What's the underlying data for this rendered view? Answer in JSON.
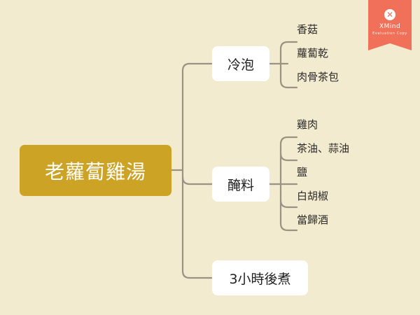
{
  "map": {
    "root": {
      "label": "老蘿蔔雞湯"
    },
    "branches": [
      {
        "label": "冷泡",
        "children": [
          "香菇",
          "蘿蔔乾",
          "肉骨茶包"
        ]
      },
      {
        "label": "醃料",
        "children": [
          "雞肉",
          "茶油、蒜油",
          "鹽",
          "白胡椒",
          "當歸酒"
        ]
      },
      {
        "label": "3小時後煮",
        "children": []
      }
    ]
  },
  "watermark": {
    "icon": "xmind-logo-icon",
    "name": "XMind",
    "subtitle": "Evaluation Copy"
  },
  "colors": {
    "background": "#f3ebcf",
    "root_fill": "#cca324",
    "branch_fill": "#ffffff",
    "connector": "#9a9282",
    "badge": "#f0705a"
  }
}
